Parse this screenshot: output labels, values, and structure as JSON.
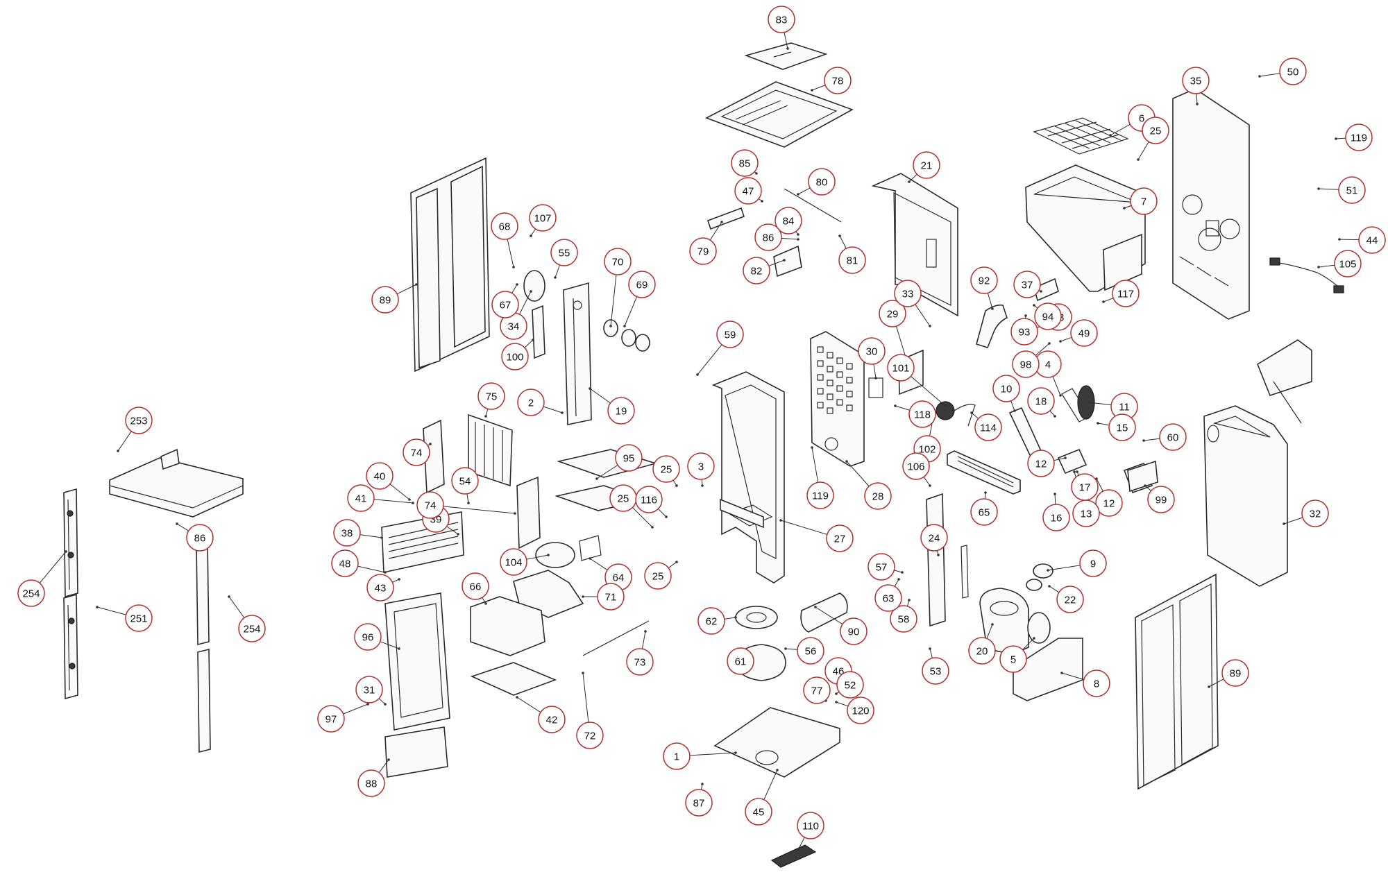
{
  "colors": {
    "callout_ring": "#b03030",
    "line": "#2a2a2a",
    "background": "#ffffff"
  },
  "callouts": [
    "1",
    "2",
    "3",
    "4",
    "5",
    "6",
    "7",
    "8",
    "9",
    "10",
    "11",
    "12",
    "12",
    "13",
    "15",
    "16",
    "17",
    "18",
    "19",
    "20",
    "21",
    "22",
    "23",
    "24",
    "25",
    "25",
    "25",
    "25",
    "27",
    "28",
    "29",
    "30",
    "31",
    "32",
    "33",
    "34",
    "35",
    "37",
    "38",
    "39",
    "40",
    "41",
    "42",
    "43",
    "44",
    "45",
    "46",
    "47",
    "48",
    "49",
    "50",
    "51",
    "52",
    "53",
    "54",
    "55",
    "56",
    "57",
    "58",
    "59",
    "60",
    "61",
    "62",
    "63",
    "64",
    "65",
    "66",
    "67",
    "68",
    "69",
    "70",
    "71",
    "72",
    "73",
    "74",
    "74",
    "75",
    "77",
    "78",
    "79",
    "80",
    "81",
    "82",
    "83",
    "84",
    "85",
    "86",
    "86",
    "87",
    "88",
    "89",
    "89",
    "90",
    "92",
    "93",
    "94",
    "95",
    "96",
    "97",
    "98",
    "99",
    "100",
    "101",
    "102",
    "104",
    "105",
    "106",
    "107",
    "110",
    "114",
    "116",
    "117",
    "118",
    "119",
    "119",
    "120",
    "251",
    "253",
    "254",
    "254"
  ]
}
